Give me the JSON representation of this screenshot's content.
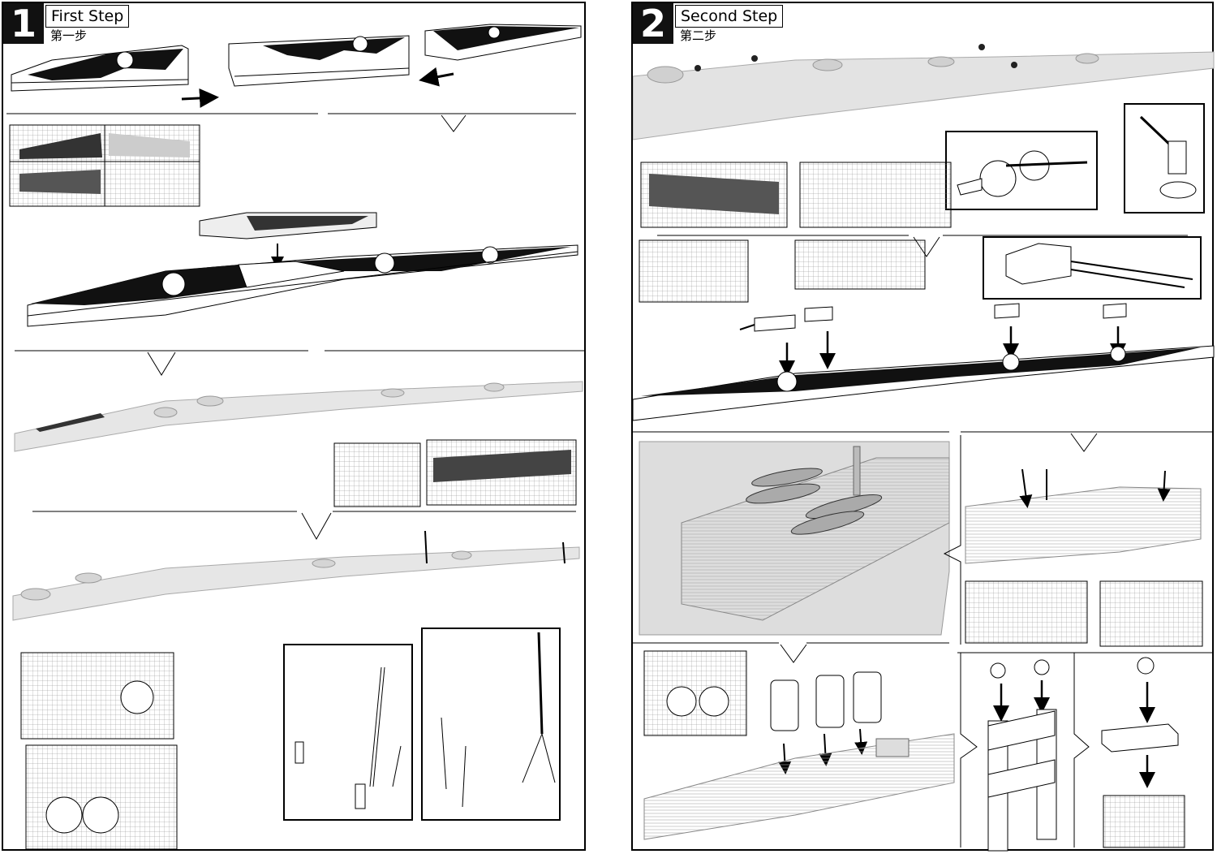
{
  "steps": [
    {
      "number": "1",
      "title": "First Step",
      "subtitle": "第一步"
    },
    {
      "number": "2",
      "title": "Second Step",
      "subtitle": "第二步"
    }
  ]
}
